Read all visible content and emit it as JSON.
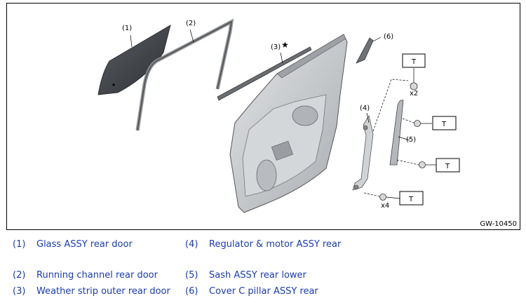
{
  "diagram": {
    "callouts": {
      "c1": "(1)",
      "c2": "(2)",
      "c3": "(3)",
      "c4": "(4)",
      "c5": "(5)",
      "c6": "(6)"
    },
    "star": "★",
    "torque_label": "T",
    "qty_x2": "x2",
    "qty_x4": "x4",
    "reference_code": "GW-10450"
  },
  "legend": {
    "items": [
      {
        "num": "(1)",
        "text": "Glass ASSY rear door"
      },
      {
        "num": "(2)",
        "text": "Running channel rear door"
      },
      {
        "num": "(3)",
        "text": "Weather strip outer rear door"
      },
      {
        "num": "(4)",
        "text": "Regulator & motor ASSY rear"
      },
      {
        "num": "(5)",
        "text": "Sash ASSY rear lower"
      },
      {
        "num": "(6)",
        "text": "Cover C pillar ASSY rear"
      }
    ]
  },
  "colors": {
    "legend_text": "#1a3ab8",
    "glass": "#4a4e52",
    "door_panel": "#c8ccd0"
  }
}
